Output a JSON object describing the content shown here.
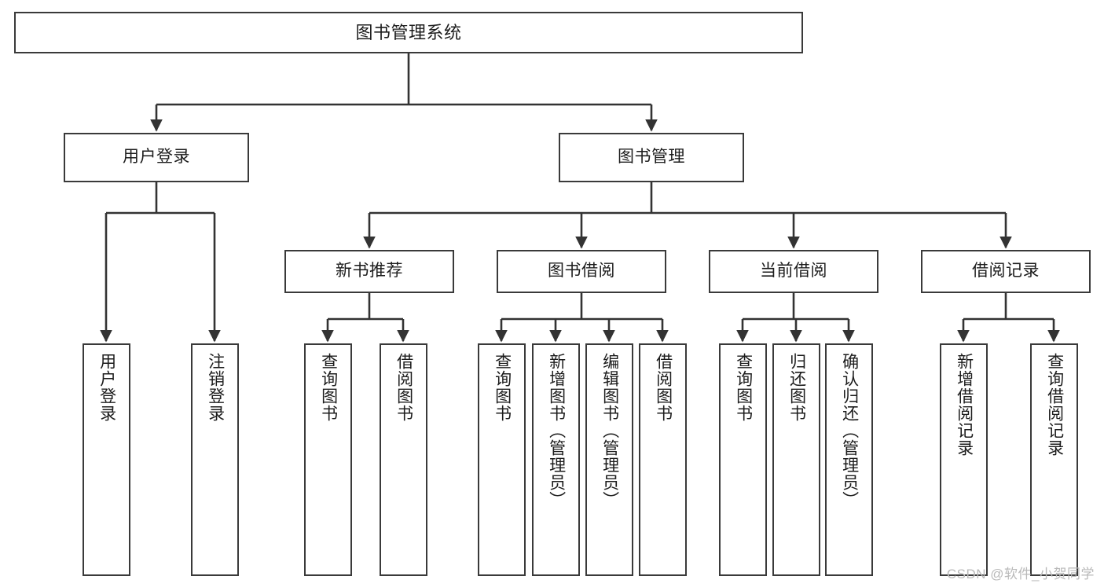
{
  "diagram": {
    "title": "图书管理系统",
    "type": "tree",
    "watermark": "CSDN @软件_小贺同学",
    "colors": {
      "box_border": "#3a3a3a",
      "box_fill": "#ffffff",
      "edge": "#333333",
      "text": "#1c1c1c",
      "watermark": "#b9b9b9"
    },
    "nodes": {
      "root": {
        "label": "图书管理系统",
        "level": 1
      },
      "user_login": {
        "label": "用户登录",
        "level": 2
      },
      "book_manage": {
        "label": "图书管理",
        "level": 2
      },
      "new_book_rec": {
        "label": "新书推荐",
        "level": 3
      },
      "book_borrow": {
        "label": "图书借阅",
        "level": 3
      },
      "current_borrow": {
        "label": "当前借阅",
        "level": 3
      },
      "borrow_record": {
        "label": "借阅记录",
        "level": 3
      },
      "leaf_user_login": {
        "label": "用户登录",
        "level": 3
      },
      "leaf_user_logout": {
        "label": "注销登录",
        "level": 3
      },
      "leaf_query_book_1": {
        "label": "查询图书",
        "level": 4
      },
      "leaf_borrow_book_1": {
        "label": "借阅图书",
        "level": 4
      },
      "leaf_query_book_2": {
        "label": "查询图书",
        "level": 4
      },
      "leaf_add_book": {
        "label": "新增图书（管理员）",
        "level": 4
      },
      "leaf_edit_book": {
        "label": "编辑图书（管理员）",
        "level": 4
      },
      "leaf_borrow_book_2": {
        "label": "借阅图书",
        "level": 4
      },
      "leaf_query_book_3": {
        "label": "查询图书",
        "level": 4
      },
      "leaf_return_book": {
        "label": "归还图书",
        "level": 4
      },
      "leaf_confirm_return": {
        "label": "确认归还（管理员）",
        "level": 4
      },
      "leaf_add_record": {
        "label": "新增借阅记录",
        "level": 4
      },
      "leaf_query_record": {
        "label": "查询借阅记录",
        "level": 4
      }
    },
    "edges": [
      {
        "from": "root",
        "to": "user_login"
      },
      {
        "from": "root",
        "to": "book_manage"
      },
      {
        "from": "user_login",
        "to": "leaf_user_login"
      },
      {
        "from": "user_login",
        "to": "leaf_user_logout"
      },
      {
        "from": "book_manage",
        "to": "new_book_rec"
      },
      {
        "from": "book_manage",
        "to": "book_borrow"
      },
      {
        "from": "book_manage",
        "to": "current_borrow"
      },
      {
        "from": "book_manage",
        "to": "borrow_record"
      },
      {
        "from": "new_book_rec",
        "to": "leaf_query_book_1"
      },
      {
        "from": "new_book_rec",
        "to": "leaf_borrow_book_1"
      },
      {
        "from": "book_borrow",
        "to": "leaf_query_book_2"
      },
      {
        "from": "book_borrow",
        "to": "leaf_add_book"
      },
      {
        "from": "book_borrow",
        "to": "leaf_edit_book"
      },
      {
        "from": "book_borrow",
        "to": "leaf_borrow_book_2"
      },
      {
        "from": "current_borrow",
        "to": "leaf_query_book_3"
      },
      {
        "from": "current_borrow",
        "to": "leaf_return_book"
      },
      {
        "from": "current_borrow",
        "to": "leaf_confirm_return"
      },
      {
        "from": "borrow_record",
        "to": "leaf_add_record"
      },
      {
        "from": "borrow_record",
        "to": "leaf_query_record"
      }
    ]
  }
}
